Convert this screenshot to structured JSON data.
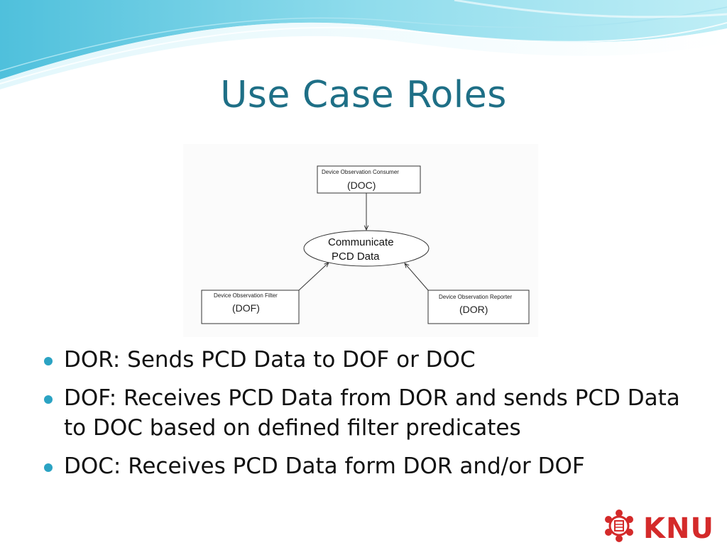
{
  "slide": {
    "title": "Use Case Roles",
    "accent_color": "#1e6f86",
    "bullet_color": "#2ba3c3"
  },
  "diagram": {
    "actors": [
      {
        "id": "doc",
        "title": "Device Observation Consumer",
        "abbr": "(DOC)"
      },
      {
        "id": "dof",
        "title": "Device Observation Filter",
        "abbr": "(DOF)"
      },
      {
        "id": "dor",
        "title": "Device Observation Reporter",
        "abbr": "(DOR)"
      }
    ],
    "use_case": {
      "line1": "Communicate",
      "line2": "PCD Data"
    }
  },
  "bullets": [
    "DOR: Sends PCD Data to DOF or DOC",
    "DOF: Receives PCD Data from DOR and sends PCD Data to DOC based on defined filter predicates",
    "DOC: Receives PCD Data form DOR and/or DOF"
  ],
  "logo": {
    "text": "KNU",
    "color": "#d42a2a"
  }
}
